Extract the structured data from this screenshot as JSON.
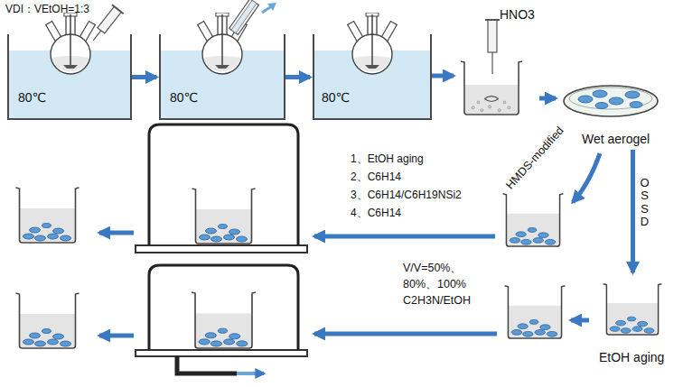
{
  "diagram": {
    "nodes": [
      {
        "text": [
          "80℃"
        ]
      },
      {
        "text": [
          "80℃"
        ]
      },
      {
        "text": [
          "80℃"
        ]
      },
      {
        "text": [
          "HNO3"
        ]
      },
      {
        "text": [
          "Wet aerogel"
        ]
      },
      {
        "text": [
          "EtOH aging"
        ]
      }
    ],
    "edges": [
      {
        "from": 0,
        "to": 1,
        "arrow": "to"
      },
      {
        "from": 1,
        "to": 2,
        "arrow": "to"
      },
      {
        "from": 2,
        "to": 3,
        "arrow": "to"
      },
      {
        "from": 3,
        "to": 4,
        "arrow": "to"
      },
      {
        "from": 4,
        "to": 5,
        "arrow": "to"
      }
    ],
    "labels": [
      "VDI：VEtOH=1:3",
      "HMDS-modified",
      "OSSD",
      "1、EtOH aging",
      "2、C6H14",
      "3、C6H14/C6H19NSi2",
      "4、C6H14",
      "V/V=50%、",
      "80%、100%",
      "C2H3N/EtOH"
    ]
  }
}
